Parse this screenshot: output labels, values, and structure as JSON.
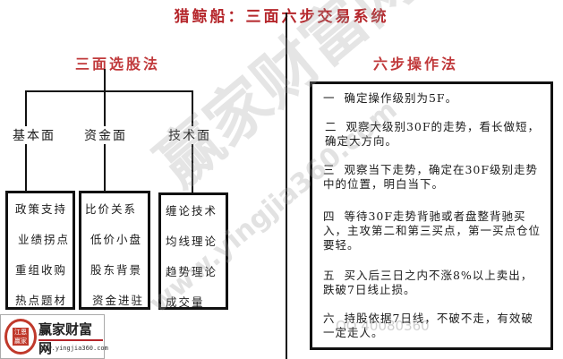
{
  "title": "猎鲸船：三面六步交易系统",
  "left": {
    "title": "三面选股法",
    "branches": [
      {
        "label": "基本面",
        "items": [
          "政策支持",
          "业绩拐点",
          "重组收购",
          "热点题材"
        ]
      },
      {
        "label": "资金面",
        "items": [
          "比价关系",
          "低价小盘",
          "股东背景",
          "资金进驻"
        ]
      },
      {
        "label": "技术面",
        "items": [
          "缠论技术",
          "均线理论",
          "趋势理论",
          "成交量"
        ]
      }
    ]
  },
  "right": {
    "title": "六步操作法",
    "steps": [
      {
        "num": "一",
        "text": "确定操作级别为5F。"
      },
      {
        "num": "二",
        "text": "观察大级别30F的走势，看长做短，确定大方向。"
      },
      {
        "num": "三",
        "text": "观察当下走势，确定在30F级别走势中的位置，明白当下。"
      },
      {
        "num": "四",
        "text": "等待30F走势背驰或者盘整背驰买入，主攻第二和第三买点，第一买点仓位要轻。"
      },
      {
        "num": "五",
        "text": "买入后三日之内不涨8%以上卖出，跌破7日线止损。"
      },
      {
        "num": "六",
        "text": "持股依据7日线，不破不走，有效破一定走人。"
      }
    ]
  },
  "logo": {
    "name": "赢家财富网",
    "url": "www.yingjia360.com",
    "seal_text": "江恩赢家"
  },
  "watermark": {
    "big_text": "赢家财富网",
    "url_text": "www.yingjia360.com",
    "qq_text": "QQ 40080360"
  },
  "colors": {
    "title_red": "#b5262b",
    "section_red": "#c0393b",
    "line": "#111111"
  }
}
